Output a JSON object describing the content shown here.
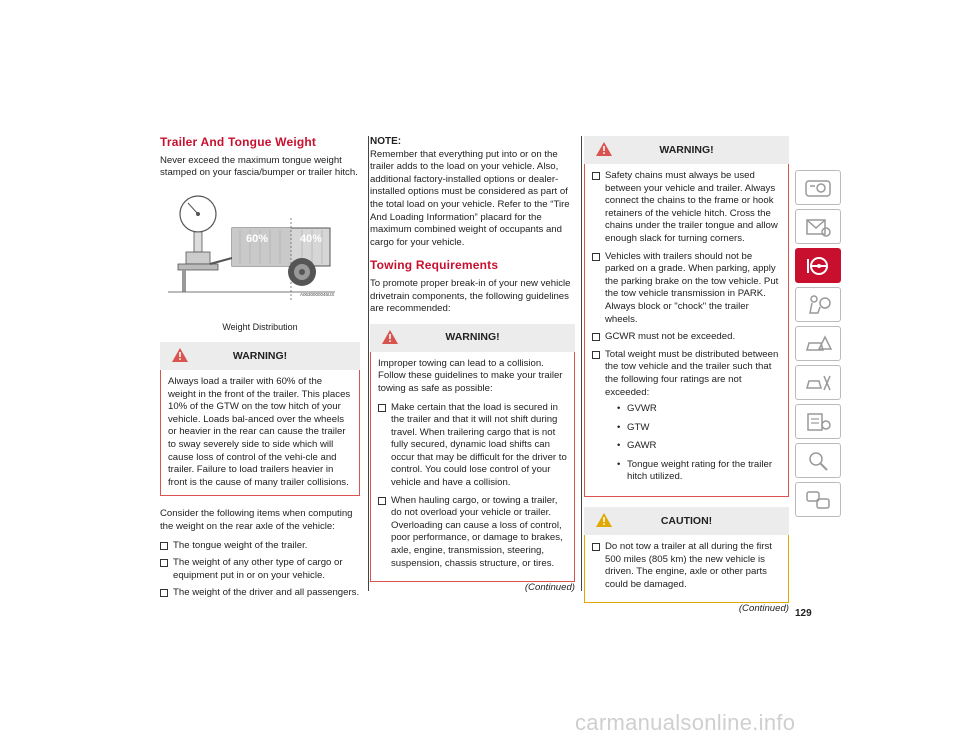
{
  "page_number": "129",
  "watermark": "carmanualsonline.info",
  "col1": {
    "heading": "Trailer And Tongue Weight",
    "intro": "Never exceed the maximum tongue weight stamped on your fascia/bumper or trailer hitch.",
    "figure": {
      "left_pct": "60%",
      "right_pct": "40%",
      "code": "A0630000046US",
      "caption": "Weight Distribution"
    },
    "warning": {
      "title": "WARNING!",
      "text": "Always load a trailer with 60% of the weight in the front of the trailer. This places 10% of the GTW on the tow hitch of your vehicle. Loads bal-anced over the wheels or heavier in the rear can cause the trailer to sway severely side to side which will cause loss of control of the vehi-cle and trailer. Failure to load trailers heavier in front is the cause of many trailer collisions."
    },
    "consider": "Consider the following items when computing the weight on the rear axle of the vehicle:",
    "items": [
      "The tongue weight of the trailer.",
      "The weight of any other type of cargo or equipment put in or on your vehicle.",
      "The weight of the driver and all passengers."
    ]
  },
  "col2": {
    "note_title": "NOTE:",
    "note_text": "Remember that everything put into or on the trailer adds to the load on your vehicle. Also, additional factory-installed options or dealer-installed options must be considered as part of the total load on your vehicle. Refer to the “Tire And Loading Information” placard for the maximum combined weight of occupants and cargo for your vehicle.",
    "heading": "Towing Requirements",
    "intro": "To promote proper break-in of your new vehicle drivetrain components, the following guidelines are recommended:",
    "warning": {
      "title": "WARNING!",
      "intro": "Improper towing can lead to a collision. Follow these guidelines to make your trailer towing as safe as possible:",
      "items": [
        "Make certain that the load is secured in the trailer and that it will not shift during travel. When trailering cargo that is not fully secured, dynamic load shifts can occur that may be difficult for the driver to control. You could lose control of your vehicle and have a collision.",
        "When hauling cargo, or towing a trailer, do not overload your vehicle or trailer. Overloading can cause a loss of control, poor performance, or damage to brakes, axle, engine, transmission, steering, suspension, chassis structure, or tires."
      ]
    },
    "continued": "(Continued)"
  },
  "col3": {
    "warning": {
      "title": "WARNING!",
      "items": [
        "Safety chains must always be used between your vehicle and trailer. Always connect the chains to the frame or hook retainers of the vehicle hitch. Cross the chains under the trailer tongue and allow enough slack for turning corners.",
        "Vehicles with trailers should not be parked on a grade. When parking, apply the parking brake on the tow vehicle. Put the tow vehicle transmission in PARK. Always block or \"chock\" the trailer wheels.",
        "GCWR must not be exceeded.",
        "Total weight must be distributed between the tow vehicle and the trailer such that the following four ratings are not exceeded:"
      ],
      "ratings": [
        "GVWR",
        "GTW",
        "GAWR",
        "Tongue weight rating for the trailer hitch utilized."
      ]
    },
    "caution": {
      "title": "CAUTION!",
      "items": [
        "Do not tow a trailer at all during the first 500 miles (805 km) the new vehicle is driven. The engine, axle or other parts could be damaged."
      ]
    },
    "continued": "(Continued)"
  },
  "sidenav": {
    "items": [
      {
        "icon": "dashboard-gauge-icon"
      },
      {
        "icon": "warning-lights-icon"
      },
      {
        "icon": "steering-wheel-icon",
        "active": true
      },
      {
        "icon": "airbag-seat-icon"
      },
      {
        "icon": "roadside-warning-icon"
      },
      {
        "icon": "service-tools-icon"
      },
      {
        "icon": "specifications-list-icon"
      },
      {
        "icon": "search-magnifier-icon"
      },
      {
        "icon": "multilingual-icon"
      }
    ],
    "accent": "#c8102e"
  }
}
